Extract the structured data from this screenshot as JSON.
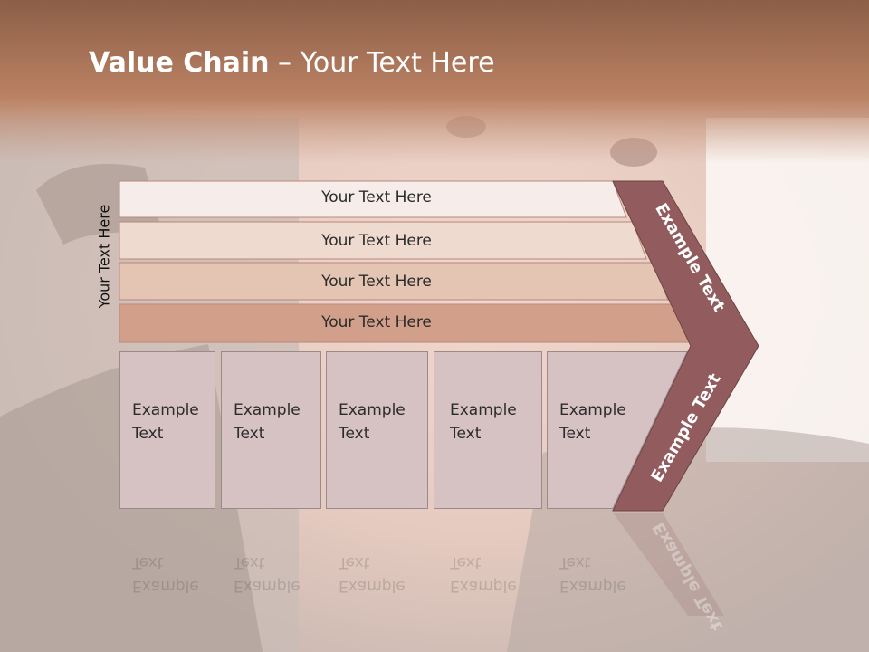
{
  "title": {
    "bold": "Value Chain",
    "rest": " – Your Text Here"
  },
  "side_label": "Your Text Here",
  "bands": [
    "Your Text Here",
    "Your Text Here",
    "Your Text Here",
    "Your Text Here"
  ],
  "boxes": [
    "Example\nText",
    "Example\nText",
    "Example\nText",
    "Example\nText",
    "Example\nText"
  ],
  "chevron": {
    "upper": "Example Text",
    "lower": "Example Text"
  },
  "colors": {
    "header": "#a9705a",
    "band1": "#f6ecea",
    "band2": "#eedacf",
    "band3": "#e4c4b3",
    "band4": "#d2a08a",
    "box": "#d6c1c3",
    "chevron": "#925c5e"
  }
}
